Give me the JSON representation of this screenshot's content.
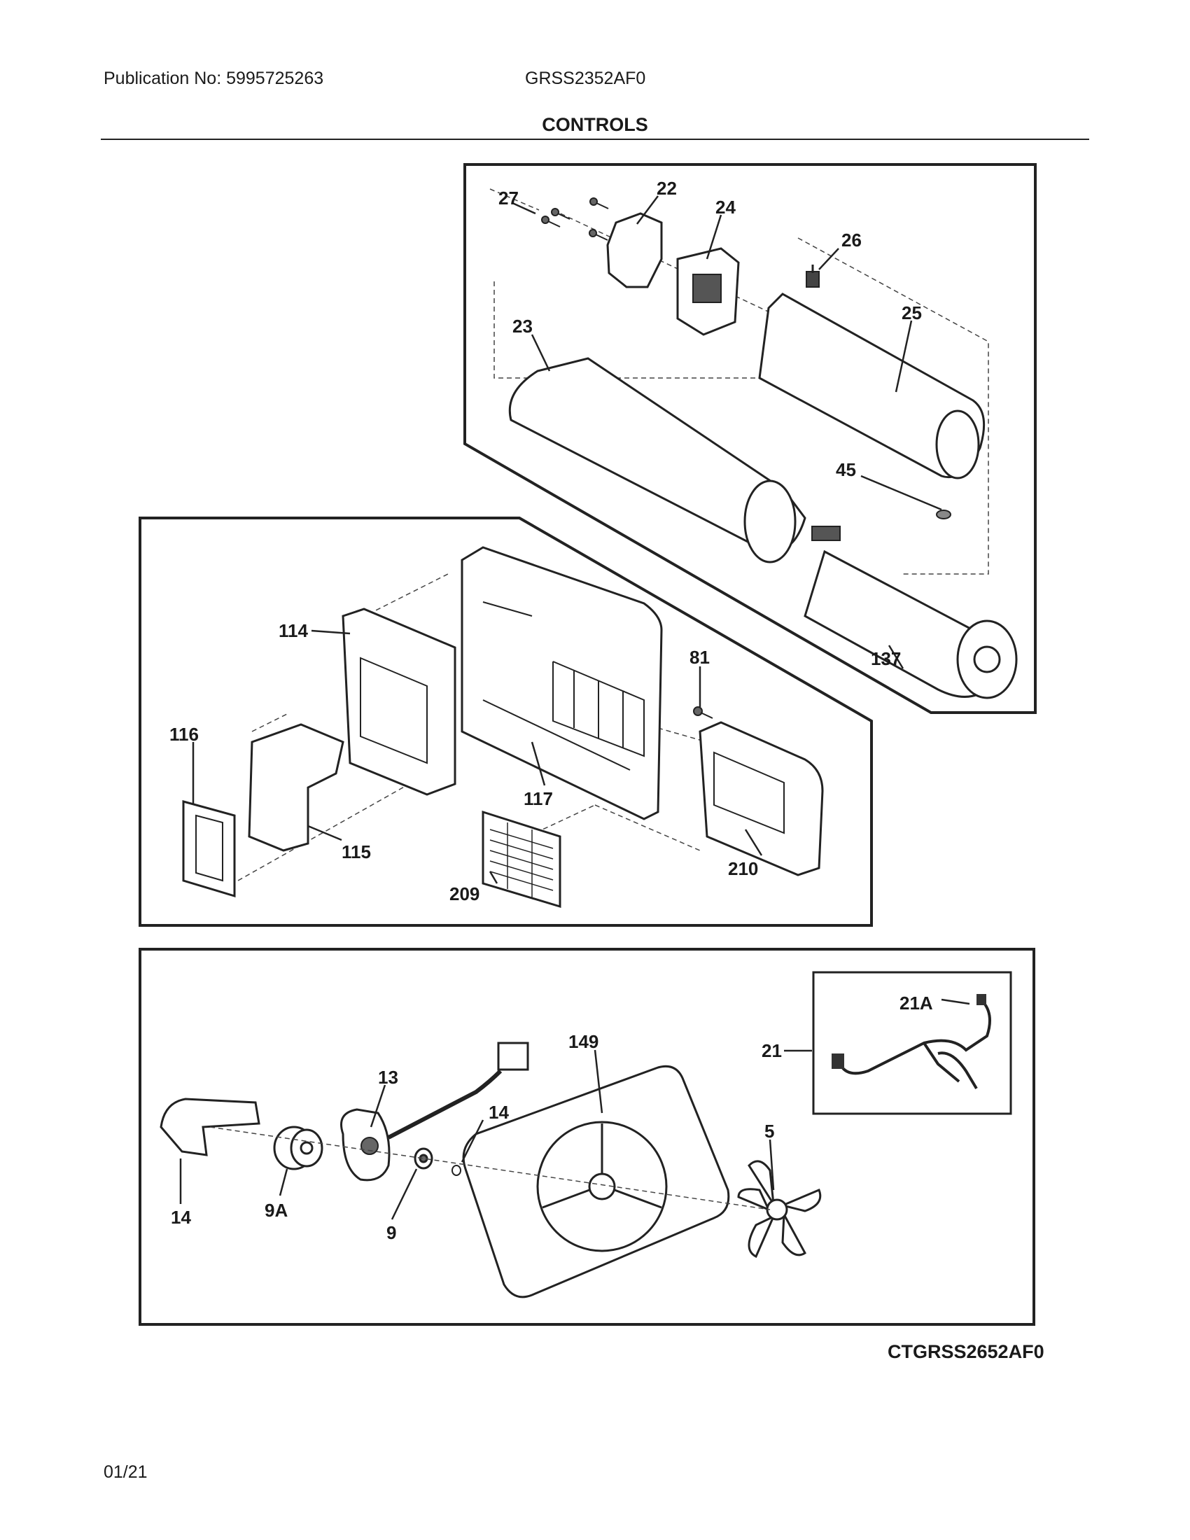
{
  "header": {
    "publication": "Publication No: 5995725263",
    "model": "GRSS2352AF0",
    "title": "CONTROLS"
  },
  "footer": {
    "catalog_code": "CTGRSS2652AF0",
    "date": "01/21"
  },
  "panels": {
    "water_filter": {
      "callouts": [
        "27",
        "22",
        "24",
        "26",
        "25",
        "23",
        "45",
        "137"
      ]
    },
    "dispenser_housing": {
      "callouts": [
        "114",
        "81",
        "116",
        "117",
        "115",
        "209",
        "210"
      ]
    },
    "fan_assembly": {
      "callouts": [
        "21A",
        "21",
        "149",
        "13",
        "14",
        "14",
        "5",
        "9A",
        "9"
      ]
    }
  }
}
